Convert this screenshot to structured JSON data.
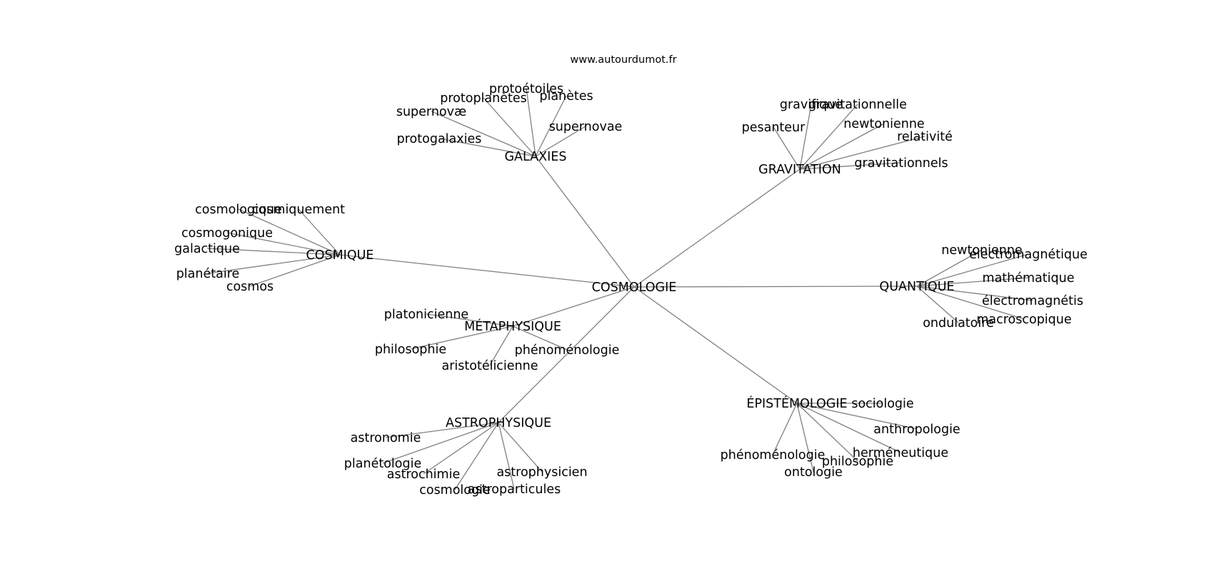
{
  "watermark": "www.autourdumot.fr",
  "graph": {
    "root": "COSMOLOGIE",
    "hubs": [
      {
        "id": "galaxies",
        "label": "GALAXIES",
        "leaves": [
          "protoétoiles",
          "protoplanètes",
          "planètes",
          "supernovæ",
          "supernovae",
          "protogalaxies"
        ]
      },
      {
        "id": "gravitation",
        "label": "GRAVITATION",
        "leaves": [
          "gravifique",
          "gravitationnelle",
          "pesanteur",
          "newtonienne",
          "relativité",
          "gravitationnels"
        ]
      },
      {
        "id": "cosmique",
        "label": "COSMIQUE",
        "leaves": [
          "cosmologique",
          "cosmiquement",
          "cosmogonique",
          "galactique",
          "planétaire",
          "cosmos"
        ]
      },
      {
        "id": "quantique",
        "label": "QUANTIQUE",
        "leaves": [
          "newtonienne",
          "électromagnétique",
          "mathématique",
          "électromagnétis",
          "ondulatoire",
          "macroscopique"
        ]
      },
      {
        "id": "metaphysique",
        "label": "MÉTAPHYSIQUE",
        "leaves": [
          "platonicienne",
          "philosophie",
          "phénoménologie",
          "aristotélicienne"
        ]
      },
      {
        "id": "astrophysique",
        "label": "ASTROPHYSIQUE",
        "leaves": [
          "astronomie",
          "planétologie",
          "astrochimie",
          "astrophysicien",
          "cosmologie",
          "astroparticules"
        ]
      },
      {
        "id": "epistemologie",
        "label": "ÉPISTÉMOLOGIE",
        "leaves": [
          "sociologie",
          "anthropologie",
          "herméneutique",
          "phénoménologie",
          "philosophie",
          "ontologie"
        ]
      }
    ]
  }
}
